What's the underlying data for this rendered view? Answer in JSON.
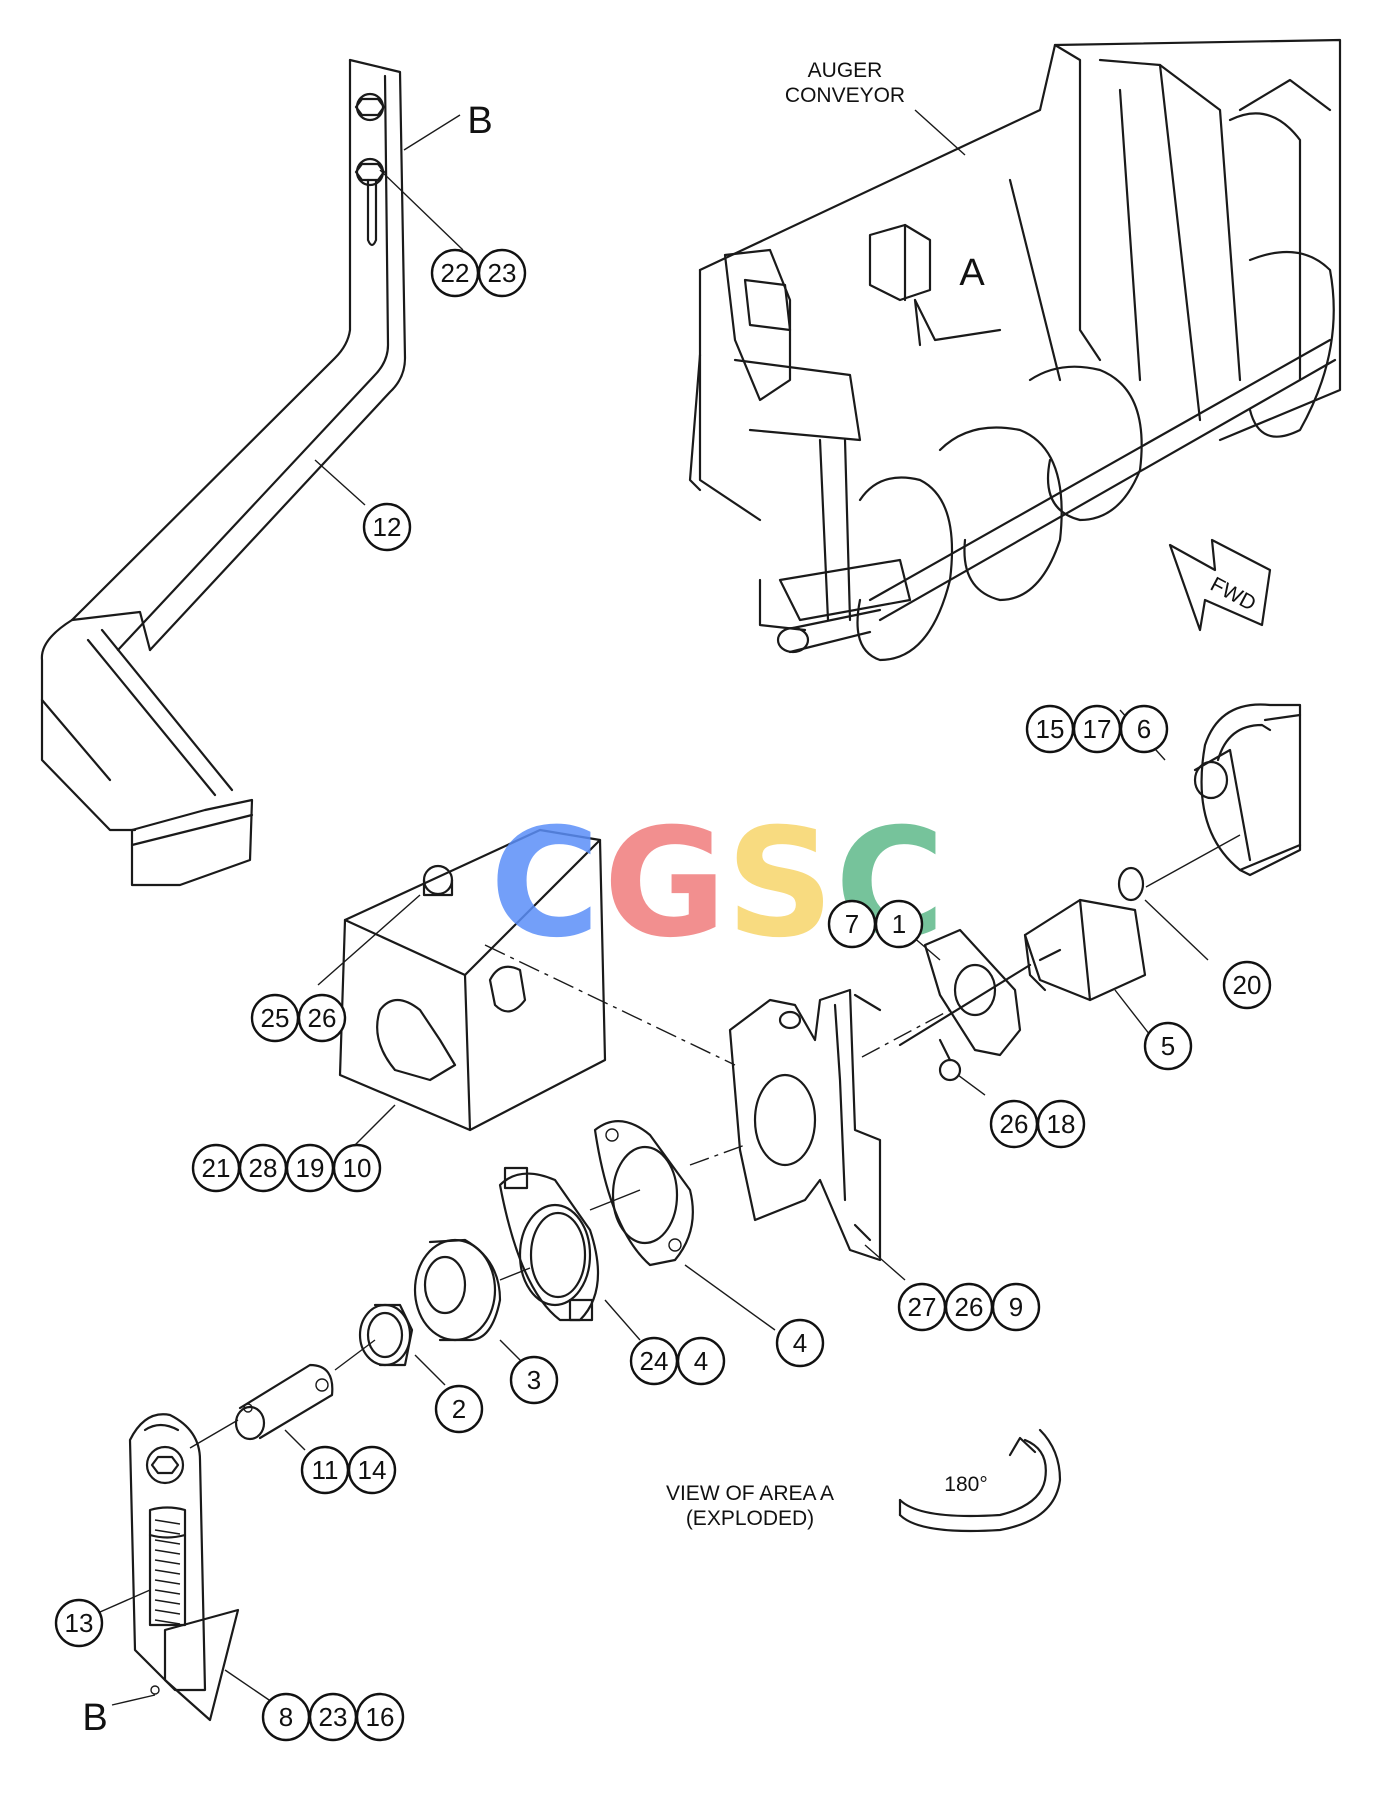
{
  "labels": {
    "auger_conveyor_1": "AUGER",
    "auger_conveyor_2": "CONVEYOR",
    "view_area_1": "VIEW OF AREA A",
    "view_area_2": "(EXPLODED)",
    "letter_a": "A",
    "letter_b_top": "B",
    "letter_b_bottom": "B",
    "fwd": "FWD",
    "rotation": "180°"
  },
  "watermark": {
    "letters": [
      "C",
      "G",
      "S",
      "C"
    ],
    "colors": [
      "#5b8ff9",
      "#f07c7c",
      "#f7d56b",
      "#5fb98a"
    ]
  },
  "callouts": {
    "c22_23": [
      "22",
      "23"
    ],
    "c12": [
      "12"
    ],
    "c15_17_6": [
      "15",
      "17",
      "6"
    ],
    "c7_1": [
      "7",
      "1"
    ],
    "c20": [
      "20"
    ],
    "c25_26": [
      "25",
      "26"
    ],
    "c5": [
      "5"
    ],
    "c26_18": [
      "26",
      "18"
    ],
    "c21_28_19_10": [
      "21",
      "28",
      "19",
      "10"
    ],
    "c27_26_9": [
      "27",
      "26",
      "9"
    ],
    "c4_right": [
      "4"
    ],
    "c24_4": [
      "24",
      "4"
    ],
    "c3": [
      "3"
    ],
    "c2": [
      "2"
    ],
    "c11_14": [
      "11",
      "14"
    ],
    "c13": [
      "13"
    ],
    "c8_23_16": [
      "8",
      "23",
      "16"
    ]
  }
}
